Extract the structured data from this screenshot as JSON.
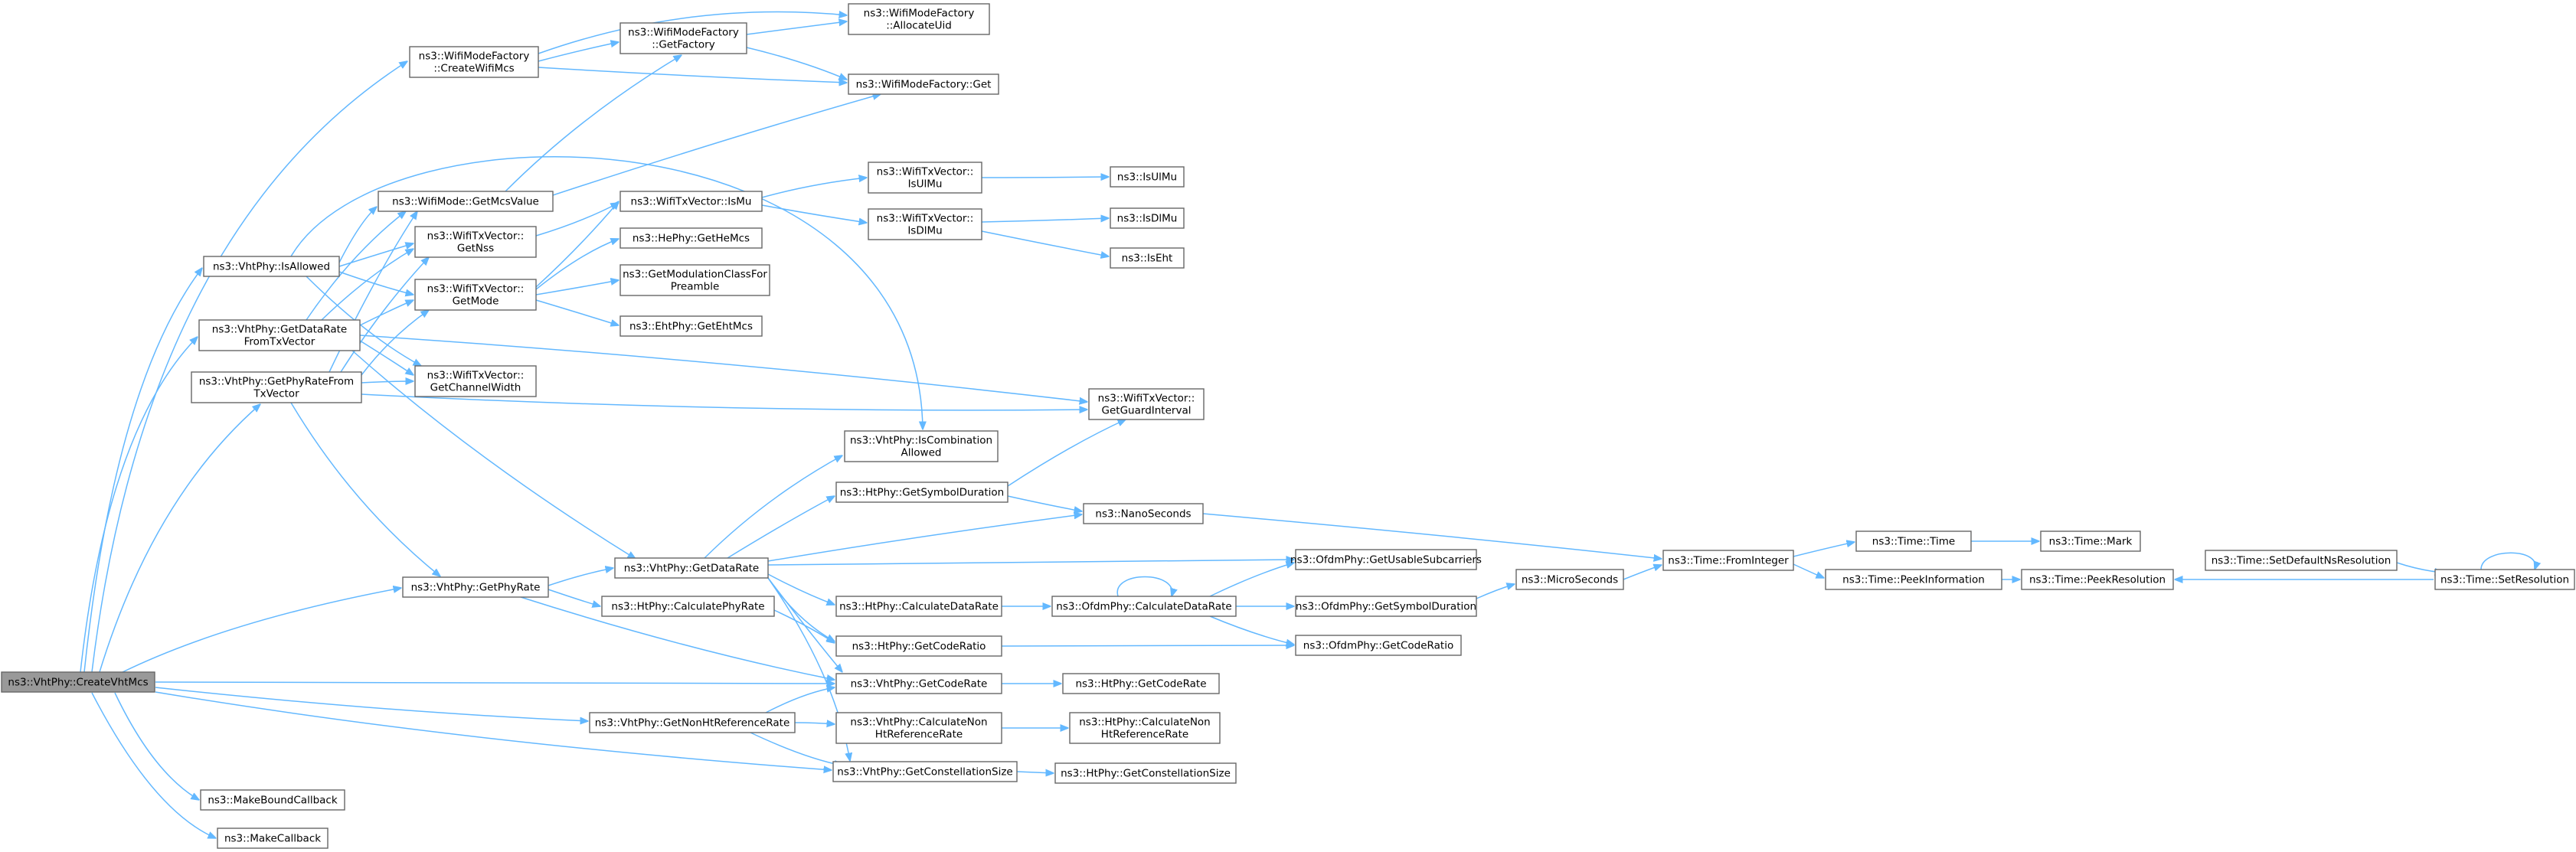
{
  "colors": {
    "edge": "#63b8ff",
    "node_border": "#666666",
    "root_fill": "#999999",
    "node_fill": "#ffffff"
  },
  "nodes": [
    {
      "id": "root",
      "lines": [
        "ns3::VhtPhy::CreateVhtMcs"
      ]
    },
    {
      "id": "createWifiMcs",
      "lines": [
        "ns3::WifiModeFactory",
        "::CreateWifiMcs"
      ]
    },
    {
      "id": "getFactory",
      "lines": [
        "ns3::WifiModeFactory",
        "::GetFactory"
      ]
    },
    {
      "id": "allocateUid",
      "lines": [
        "ns3::WifiModeFactory",
        "::AllocateUid"
      ]
    },
    {
      "id": "factoryGet",
      "lines": [
        "ns3::WifiModeFactory::Get"
      ]
    },
    {
      "id": "getMcsValue",
      "lines": [
        "ns3::WifiMode::GetMcsValue"
      ]
    },
    {
      "id": "isAllowed",
      "lines": [
        "ns3::VhtPhy::IsAllowed"
      ]
    },
    {
      "id": "getNss",
      "lines": [
        "ns3::WifiTxVector::",
        "GetNss"
      ]
    },
    {
      "id": "getMode",
      "lines": [
        "ns3::WifiTxVector::",
        "GetMode"
      ]
    },
    {
      "id": "getDataRateFromTx",
      "lines": [
        "ns3::VhtPhy::GetDataRate",
        "FromTxVector"
      ]
    },
    {
      "id": "getPhyRateFromTx",
      "lines": [
        "ns3::VhtPhy::GetPhyRateFrom",
        "TxVector"
      ]
    },
    {
      "id": "getChannelWidth",
      "lines": [
        "ns3::WifiTxVector::",
        "GetChannelWidth"
      ]
    },
    {
      "id": "isMu",
      "lines": [
        "ns3::WifiTxVector::IsMu"
      ]
    },
    {
      "id": "getHeMcs",
      "lines": [
        "ns3::HePhy::GetHeMcs"
      ]
    },
    {
      "id": "getModClass",
      "lines": [
        "ns3::GetModulationClassFor",
        "Preamble"
      ]
    },
    {
      "id": "getEhtMcs",
      "lines": [
        "ns3::EhtPhy::GetEhtMcs"
      ]
    },
    {
      "id": "isUlMuTx",
      "lines": [
        "ns3::WifiTxVector::",
        "IsUlMu"
      ]
    },
    {
      "id": "isDlMuTx",
      "lines": [
        "ns3::WifiTxVector::",
        "IsDlMu"
      ]
    },
    {
      "id": "isUlMu",
      "lines": [
        "ns3::IsUlMu"
      ]
    },
    {
      "id": "isDlMu",
      "lines": [
        "ns3::IsDlMu"
      ]
    },
    {
      "id": "isEht",
      "lines": [
        "ns3::IsEht"
      ]
    },
    {
      "id": "getGuardInterval",
      "lines": [
        "ns3::WifiTxVector::",
        "GetGuardInterval"
      ]
    },
    {
      "id": "isCombination",
      "lines": [
        "ns3::VhtPhy::IsCombination",
        "Allowed"
      ]
    },
    {
      "id": "getSymbolDuration",
      "lines": [
        "ns3::HtPhy::GetSymbolDuration"
      ]
    },
    {
      "id": "nanoSeconds",
      "lines": [
        "ns3::NanoSeconds"
      ]
    },
    {
      "id": "getPhyRate",
      "lines": [
        "ns3::VhtPhy::GetPhyRate"
      ]
    },
    {
      "id": "getDataRate",
      "lines": [
        "ns3::VhtPhy::GetDataRate"
      ]
    },
    {
      "id": "htCalcPhyRate",
      "lines": [
        "ns3::HtPhy::CalculatePhyRate"
      ]
    },
    {
      "id": "htCalcDataRate",
      "lines": [
        "ns3::HtPhy::CalculateDataRate"
      ]
    },
    {
      "id": "htGetCodeRatio",
      "lines": [
        "ns3::HtPhy::GetCodeRatio"
      ]
    },
    {
      "id": "ofdmCalcDataRate",
      "lines": [
        "ns3::OfdmPhy::CalculateDataRate"
      ]
    },
    {
      "id": "ofdmUsableSub",
      "lines": [
        "ns3::OfdmPhy::GetUsableSubcarriers"
      ]
    },
    {
      "id": "ofdmSymbolDuration",
      "lines": [
        "ns3::OfdmPhy::GetSymbolDuration"
      ]
    },
    {
      "id": "ofdmCodeRatio",
      "lines": [
        "ns3::OfdmPhy::GetCodeRatio"
      ]
    },
    {
      "id": "microSeconds",
      "lines": [
        "ns3::MicroSeconds"
      ]
    },
    {
      "id": "fromInteger",
      "lines": [
        "ns3::Time::FromInteger"
      ]
    },
    {
      "id": "timeTime",
      "lines": [
        "ns3::Time::Time"
      ]
    },
    {
      "id": "timeMark",
      "lines": [
        "ns3::Time::Mark"
      ]
    },
    {
      "id": "peekInformation",
      "lines": [
        "ns3::Time::PeekInformation"
      ]
    },
    {
      "id": "peekResolution",
      "lines": [
        "ns3::Time::PeekResolution"
      ]
    },
    {
      "id": "setDefaultNs",
      "lines": [
        "ns3::Time::SetDefaultNsResolution"
      ]
    },
    {
      "id": "setResolution",
      "lines": [
        "ns3::Time::SetResolution"
      ]
    },
    {
      "id": "vhtGetCodeRate",
      "lines": [
        "ns3::VhtPhy::GetCodeRate"
      ]
    },
    {
      "id": "htGetCodeRate",
      "lines": [
        "ns3::HtPhy::GetCodeRate"
      ]
    },
    {
      "id": "getNonHtRef",
      "lines": [
        "ns3::VhtPhy::GetNonHtReferenceRate"
      ]
    },
    {
      "id": "vhtCalcNonHt",
      "lines": [
        "ns3::VhtPhy::CalculateNon",
        "HtReferenceRate"
      ]
    },
    {
      "id": "htCalcNonHt",
      "lines": [
        "ns3::HtPhy::CalculateNon",
        "HtReferenceRate"
      ]
    },
    {
      "id": "vhtConstellation",
      "lines": [
        "ns3::VhtPhy::GetConstellationSize"
      ]
    },
    {
      "id": "htConstellation",
      "lines": [
        "ns3::HtPhy::GetConstellationSize"
      ]
    },
    {
      "id": "makeBoundCallback",
      "lines": [
        "ns3::MakeBoundCallback"
      ]
    },
    {
      "id": "makeCallback",
      "lines": [
        "ns3::MakeCallback"
      ]
    }
  ]
}
